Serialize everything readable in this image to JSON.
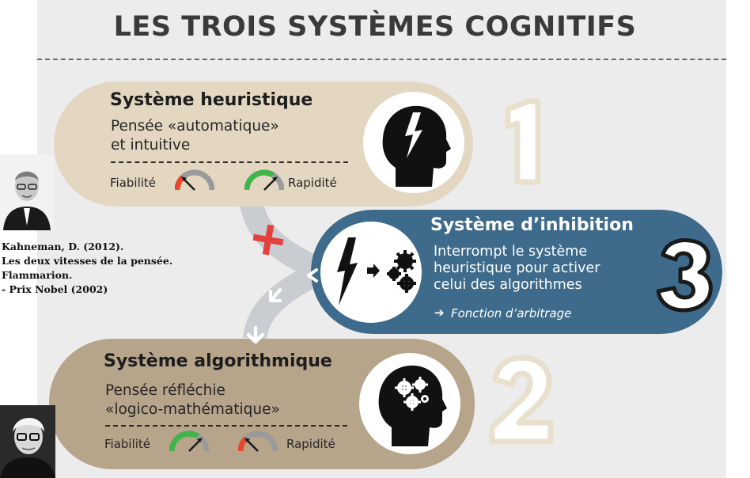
{
  "title": "LES TROIS SYSTÈMES COGNITIFS",
  "system1": {
    "title": "Système heuristique",
    "desc_line1": "Pensée «automatique»",
    "desc_line2": "et intuitive",
    "fiabilite_label": "Fiabilité",
    "rapidite_label": "Rapidité",
    "number": "1",
    "fiabilite_level": "low",
    "rapidite_level": "high"
  },
  "system2": {
    "title": "Système algorithmique",
    "desc_line1": "Pensée réfléchie",
    "desc_line2": "«logico-mathématique»",
    "fiabilite_label": "Fiabilité",
    "rapidite_label": "Rapidité",
    "number": "2",
    "fiabilite_level": "high",
    "rapidite_level": "low"
  },
  "system3": {
    "title": "Système d’inhibition",
    "desc_line1": "Interrompt le système",
    "desc_line2": "heuristique pour activer",
    "desc_line3": "celui des algorithmes",
    "function_label": "Fonction d’arbitrage",
    "number": "3"
  },
  "reference": {
    "line1": "Kahneman, D. (2012).",
    "line2": "Les deux vitesses de la pensée.",
    "line3": "Flammarion.",
    "line4": "- Prix Nobel (2002)"
  },
  "colors": {
    "system1_bg": "#e3d7c2",
    "system2_bg": "#b6a48b",
    "system3_bg": "#3e6b8b",
    "gauge_green": "#3fb54a",
    "gauge_red": "#e8472d",
    "cross_red": "#e5413c",
    "number_outline": "#e8dfcd"
  },
  "icons": [
    "head-lightning-icon",
    "head-gears-icon",
    "lightning-to-gears-icon",
    "plus-cross-icon",
    "arrow-left-icon",
    "arrow-down-icon"
  ]
}
